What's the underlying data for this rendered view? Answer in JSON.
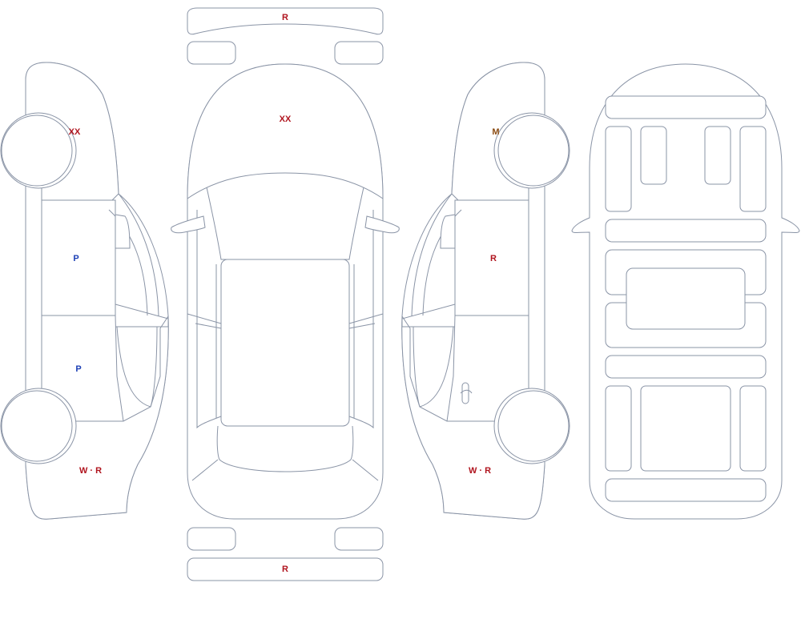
{
  "colors": {
    "damaged_fill": "#ffe1df",
    "outline": "#8a94a6",
    "code_red": "#b0141e",
    "code_blue": "#1c3fb5",
    "code_brown": "#8a4a10"
  },
  "codes": {
    "rear_bumper": "R",
    "front_bumper": "R",
    "hood": "XX",
    "left_front_fender": "XX",
    "left_front_door": "P",
    "left_rear_door": "P",
    "left_rear_quarter": "W · R",
    "right_front_fender": "M",
    "right_front_door": "R",
    "right_rear_quarter": "W · R"
  }
}
